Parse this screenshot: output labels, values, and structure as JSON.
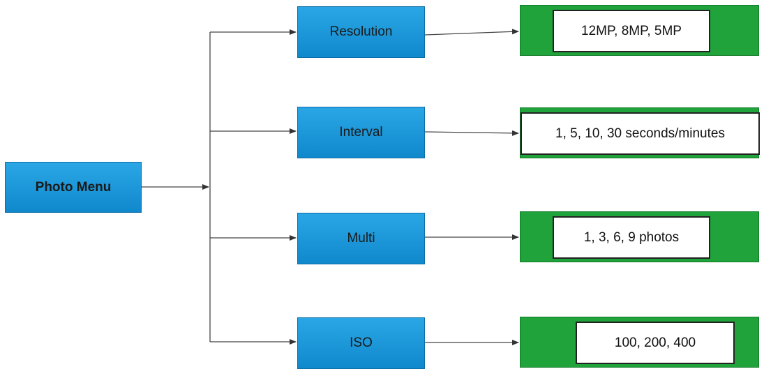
{
  "root": {
    "label": "Photo Menu"
  },
  "options": [
    {
      "label": "Resolution",
      "values": "12MP, 8MP, 5MP"
    },
    {
      "label": "Interval",
      "values": "1, 5, 10, 30 seconds/minutes"
    },
    {
      "label": "Multi",
      "values": "1, 3, 6, 9 photos"
    },
    {
      "label": "ISO",
      "values": "100, 200, 400"
    }
  ],
  "colors": {
    "option_fill": "#1a96d8",
    "values_fill": "#1fa33a",
    "line": "#444444"
  }
}
